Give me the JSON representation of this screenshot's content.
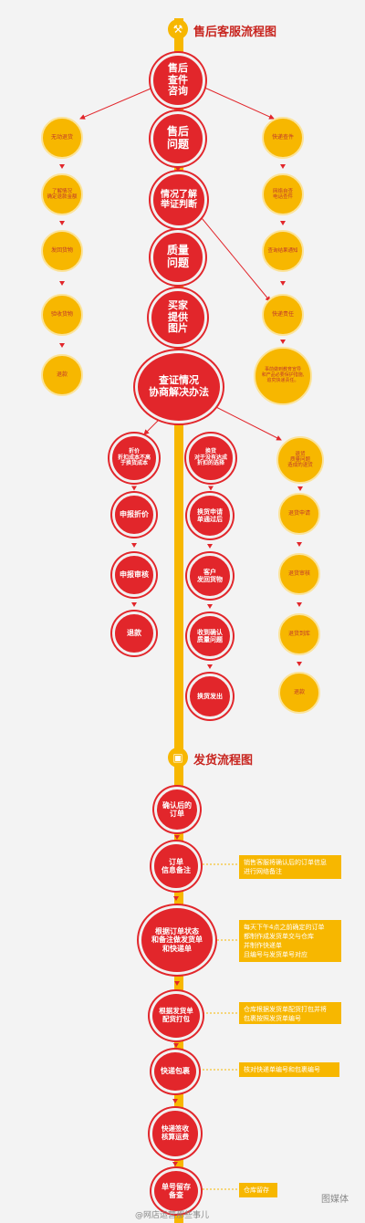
{
  "section1": {
    "icon": "wrench-icon",
    "title": "售后客服流程图",
    "center": [
      "售后\n查件\n咨询",
      "售后\n问题",
      "情况了解\n举证判断",
      "质量\n问题",
      "买家\n提供\n图片",
      "查证情况\n协商解决办法"
    ],
    "left": [
      "无动退货",
      "了解情况\n确定退款金额",
      "发回货物",
      "验收货物",
      "退款"
    ],
    "right": [
      "快递查件",
      "网络自查\n电话查件",
      "查询结果通知",
      "快递责任",
      "事前做到教育宣导\n和产品必要保护措施,\n追究快递责任。"
    ],
    "refund": [
      "折价\n折扣成本不高\n于换货成本",
      "申报折价",
      "申报审核",
      "退款"
    ],
    "exchange": [
      "换货\n对于没有达成\n折扣的选择",
      "换货申请\n单通过后",
      "客户\n发回货物",
      "收到确认\n质量问题",
      "换货发出"
    ],
    "courier": [
      "退货\n质量问题\n造成的退货",
      "退货申请",
      "退货审核",
      "退货到库",
      "退款"
    ]
  },
  "section2": {
    "icon": "box-icon",
    "title": "发货流程图",
    "steps": [
      "确认后的\n订单",
      "订单\n信息备注",
      "根据订单状态\n和备注做发货单\n和快递单",
      "根据发货单\n配货打包",
      "快递包裹",
      "快递签收\n核算运费",
      "单号留存\n备查"
    ],
    "notes": [
      "销售客服将确认后的订单信息\n进行网络备注",
      "每天下午4点之前确定的订单\n都制作成发货单交与仓库\n并制作快递单\n且编号与发货单号对应",
      "仓库根据发货单配货打包并将\n包裹按照发货单编号",
      "核对快递单编号和包裹编号",
      "仓库留存"
    ]
  },
  "watermark": {
    "left": "@网店运营那些事儿",
    "right": "图媒体"
  },
  "colors": {
    "red": "#e2262b",
    "yellow": "#f7b700",
    "spine": "#f7b700",
    "arrow": "#e2262b"
  }
}
